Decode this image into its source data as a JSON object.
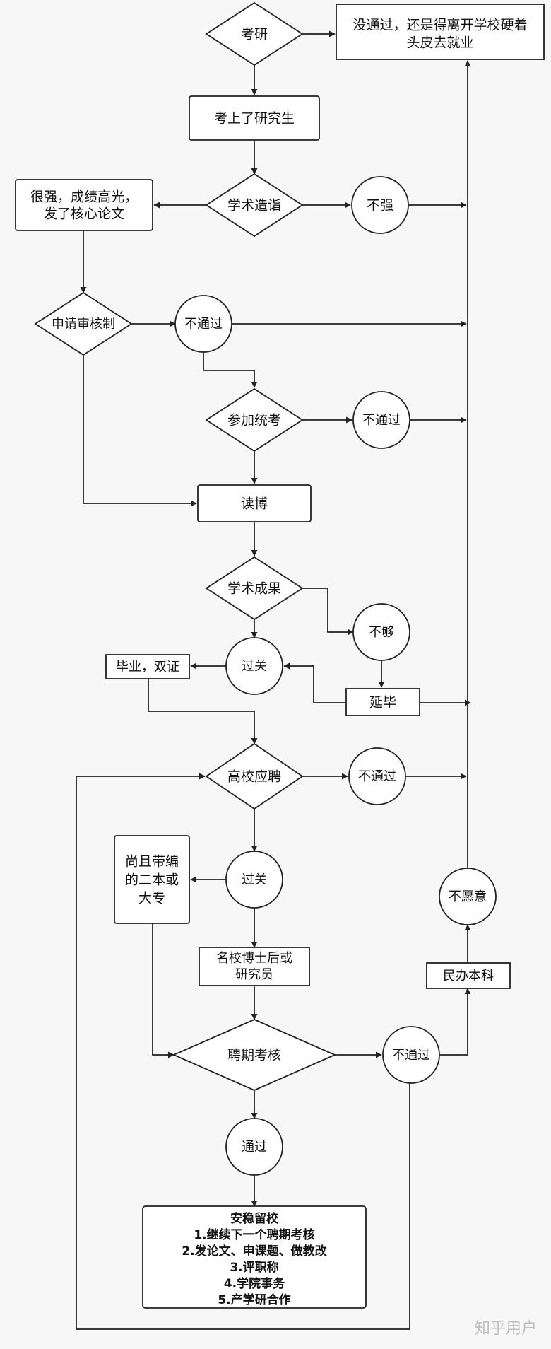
{
  "nodes": {
    "exam": "考研",
    "fail_job": [
      "没通过，还是得离开学校硬着",
      "头皮去就业"
    ],
    "admitted": "考上了研究生",
    "ability": "学术造诣",
    "strong": [
      "很强，成绩高光，",
      "发了核心论文"
    ],
    "not_strong": "不强",
    "apply_review": "申请审核制",
    "fail_1": "不通过",
    "unified_exam": "参加统考",
    "fail_2": "不通过",
    "phd": "读博",
    "achievement": "学术成果",
    "not_enough": "不够",
    "pass_1": "过关",
    "graduate": "毕业，双证",
    "delay": "延毕",
    "job_apply": "高校应聘",
    "fail_3": "不通过",
    "pass_2": "过关",
    "lower_school": [
      "尚且带编",
      "的二本或",
      "大专"
    ],
    "postdoc": [
      "名校博士后或",
      "研究员"
    ],
    "unwilling": "不愿意",
    "private_college": "民办本科",
    "review": "聘期考核",
    "fail_4": "不通过",
    "pass_3": "通过",
    "stay": [
      "安稳留校",
      "1.继续下一个聘期考核",
      "2.发论文、申课题、做教改",
      "3.评职称",
      "4.学院事务",
      "5.产学研合作"
    ]
  },
  "watermark": "知乎用户"
}
